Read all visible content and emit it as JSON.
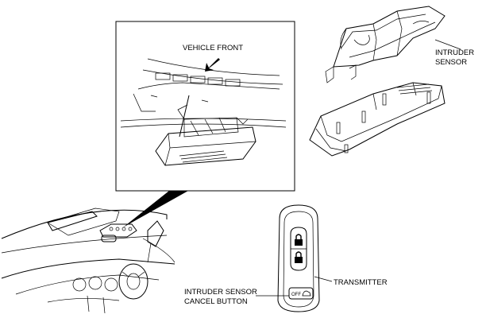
{
  "labels": {
    "vehicle_front": "VEHICLE FRONT",
    "intruder_sensor": [
      "INTRUDER",
      "SENSOR"
    ],
    "transmitter": "TRANSMITTER",
    "cancel_button": [
      "INTRUDER SENSOR",
      "CANCEL BUTTON"
    ],
    "off_key": "OFF"
  },
  "icons": {
    "lock_top": "lock-icon",
    "lock_bottom": "lock-icon",
    "trunk": "car-trunk-icon",
    "direction": "arrow-down-left-icon"
  }
}
